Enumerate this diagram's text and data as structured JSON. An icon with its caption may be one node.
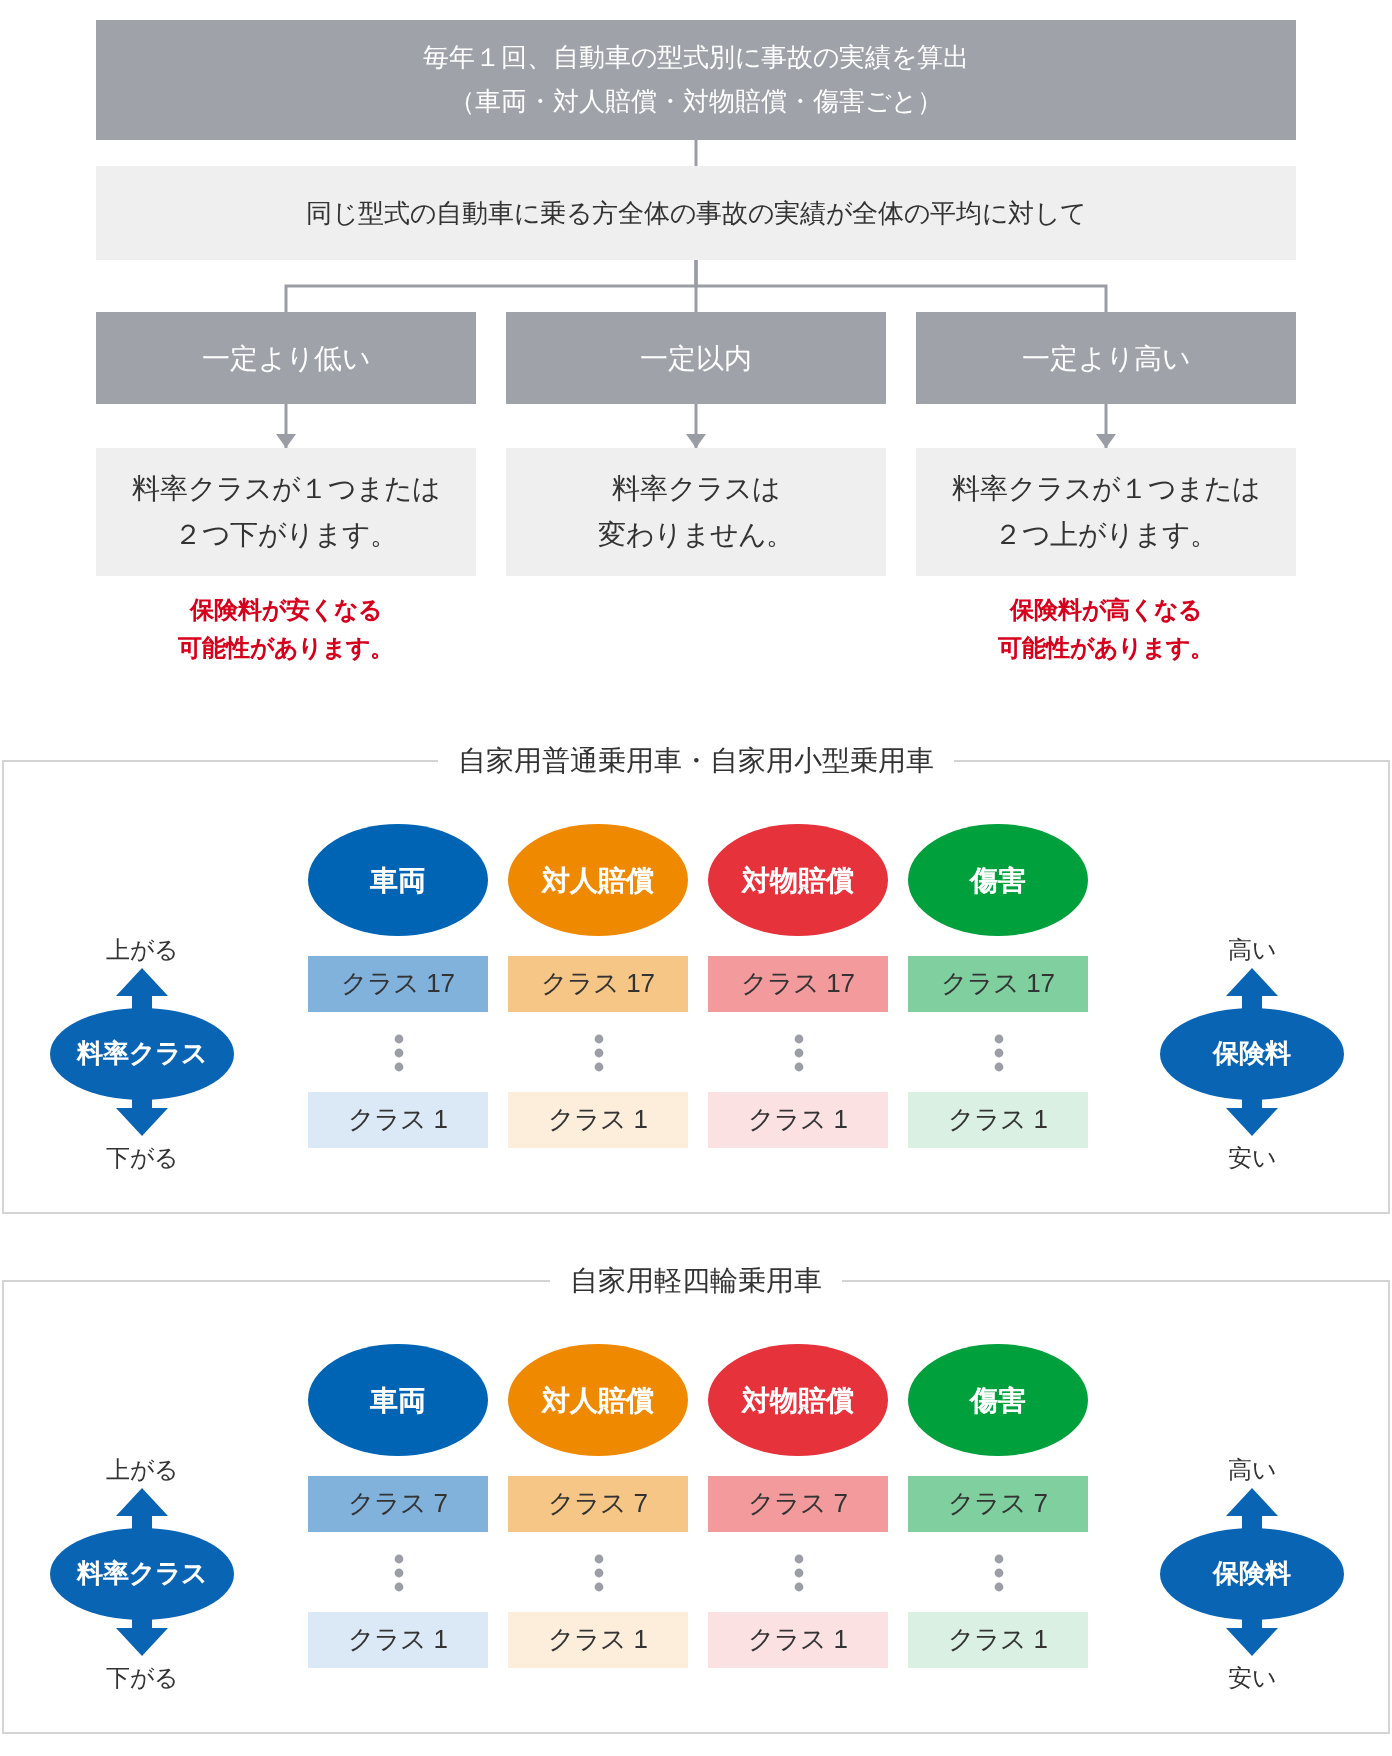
{
  "diagram": {
    "nodes": [
      {
        "text": [
          "毎年１回、自動車の型式別に事故の実績を算出（車両・対人賠償・対物賠償・傷害ごと）"
        ]
      },
      {
        "text": [
          "同じ型式の自動車に乗る方全体の事故の実績が全体の平均に対して"
        ]
      },
      {
        "text": [
          "一定より低い"
        ]
      },
      {
        "text": [
          "一定以内"
        ]
      },
      {
        "text": [
          "一定より高い"
        ]
      },
      {
        "text": [
          "料率クラスが１つまたは２つ下がります。"
        ],
        "beside": [
          "保険料が安くなる可能性があります。"
        ]
      },
      {
        "text": [
          "料率クラスは変わりません。"
        ]
      },
      {
        "text": [
          "料率クラスが１つまたは２つ上がります。"
        ],
        "beside": [
          "保険料が高くなる可能性があります。"
        ]
      },
      {
        "text": [
          "自家用普通乗用車・自家用小型乗用車"
        ]
      },
      {
        "text": [
          "料率クラス"
        ],
        "in": 8,
        "beside": [
          "上がる",
          "下がる"
        ]
      },
      {
        "text": [
          "車両"
        ],
        "in": 8
      },
      {
        "text": [
          "対人賠償"
        ],
        "in": 8
      },
      {
        "text": [
          "対物賠償"
        ],
        "in": 8
      },
      {
        "text": [
          "傷害"
        ],
        "in": 8
      },
      {
        "text": [
          "クラス 17"
        ],
        "in": 8
      },
      {
        "text": [
          "クラス 17"
        ],
        "in": 8
      },
      {
        "text": [
          "クラス 17"
        ],
        "in": 8
      },
      {
        "text": [
          "クラス 17"
        ],
        "in": 8
      },
      {
        "text": [
          "クラス 1"
        ],
        "in": 8
      },
      {
        "text": [
          "クラス 1"
        ],
        "in": 8
      },
      {
        "text": [
          "クラス 1"
        ],
        "in": 8
      },
      {
        "text": [
          "クラス 1"
        ],
        "in": 8
      },
      {
        "text": [
          "保険料"
        ],
        "in": 8,
        "beside": [
          "高い",
          "安い"
        ]
      },
      {
        "text": [
          "自家用軽四輪乗用車"
        ]
      },
      {
        "text": [
          "料率クラス"
        ],
        "in": 23,
        "beside": [
          "上がる",
          "下がる"
        ]
      },
      {
        "text": [
          "車両"
        ],
        "in": 23
      },
      {
        "text": [
          "対人賠償"
        ],
        "in": 23
      },
      {
        "text": [
          "対物賠償"
        ],
        "in": 23
      },
      {
        "text": [
          "傷害"
        ],
        "in": 23
      },
      {
        "text": [
          "クラス 7"
        ],
        "in": 23
      },
      {
        "text": [
          "クラス 7"
        ],
        "in": 23
      },
      {
        "text": [
          "クラス 7"
        ],
        "in": 23
      },
      {
        "text": [
          "クラス 7"
        ],
        "in": 23
      },
      {
        "text": [
          "クラス 1"
        ],
        "in": 23
      },
      {
        "text": [
          "クラス 1"
        ],
        "in": 23
      },
      {
        "text": [
          "クラス 1"
        ],
        "in": 23
      },
      {
        "text": [
          "クラス 1"
        ],
        "in": 23
      },
      {
        "text": [
          "保険料"
        ],
        "in": 23,
        "beside": [
          "高い",
          "安い"
        ]
      }
    ],
    "edges": [
      {
        "from": 0,
        "to": 1,
        "arrow": "none"
      },
      {
        "from": 1,
        "to": 2,
        "arrow": "none"
      },
      {
        "from": 1,
        "to": 3,
        "arrow": "none"
      },
      {
        "from": 1,
        "to": 4,
        "arrow": "none"
      },
      {
        "from": 2,
        "to": 5,
        "arrow": "to"
      },
      {
        "from": 3,
        "to": 6,
        "arrow": "to"
      },
      {
        "from": 4,
        "to": 7,
        "arrow": "to"
      }
    ]
  }
}
